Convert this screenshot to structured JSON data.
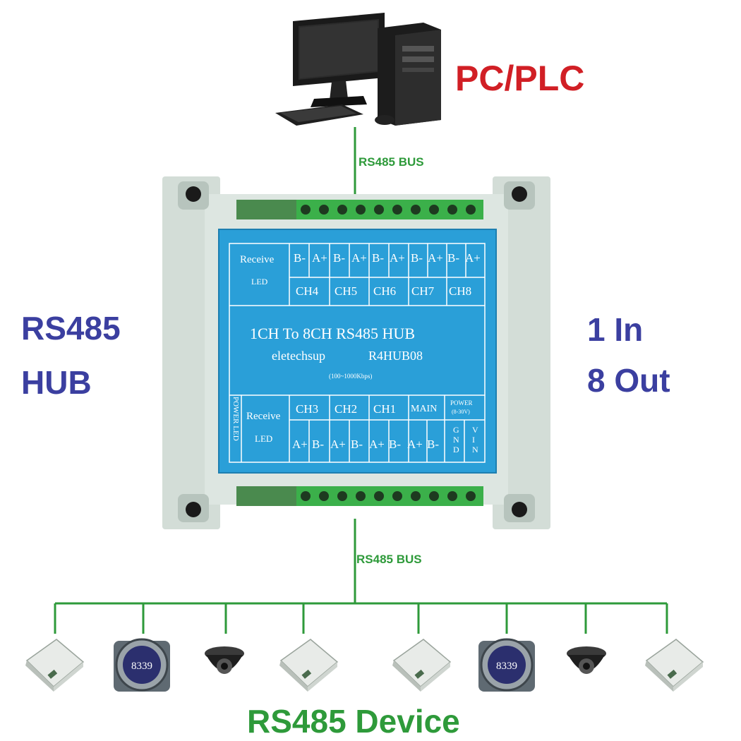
{
  "pc": {
    "label": "PC/PLC",
    "icon": "desktop-computer-icon"
  },
  "bus": {
    "top": "RS485 BUS",
    "bottom": "RS485 BUS"
  },
  "hub_label": [
    "RS485",
    "HUB"
  ],
  "io_label": [
    "1 In",
    "8 Out"
  ],
  "device_label": "RS485 Device",
  "colors": {
    "title_red": "#d11f25",
    "blue_label": "#3b3fa0",
    "bus_green": "#2e9a3a",
    "panel_blue": "#2a9fd8"
  },
  "panel": {
    "top_receive": "Receive",
    "top_led": "LED",
    "top_pins": [
      "B-",
      "A+",
      "B-",
      "A+",
      "B-",
      "A+",
      "B-",
      "A+",
      "B-",
      "A+"
    ],
    "top_channels": [
      "CH4",
      "CH5",
      "CH6",
      "CH7",
      "CH8"
    ],
    "title": "1CH To 8CH RS485 HUB",
    "brand": "eletechsup",
    "model": "R4HUB08",
    "speed": "(100~1000Kbps)",
    "power_led": "POWER LED",
    "bottom_receive": "Receive",
    "bottom_led": "LED",
    "bottom_channels": [
      "CH3",
      "CH2",
      "CH1",
      "MAIN"
    ],
    "power": "POWER",
    "power_range": "(8-30V)",
    "bottom_pins": [
      "A+",
      "B-",
      "A+",
      "B-",
      "A+",
      "B-",
      "A+",
      "B-"
    ],
    "gnd": "GND",
    "vin": "VIN"
  },
  "devices": [
    {
      "name": "rfid-reader",
      "icon": "card-reader-icon"
    },
    {
      "name": "digital-meter",
      "icon": "meter-icon",
      "display": "8339"
    },
    {
      "name": "dome-camera",
      "icon": "camera-icon"
    },
    {
      "name": "rfid-reader",
      "icon": "card-reader-icon"
    },
    {
      "name": "rfid-reader",
      "icon": "card-reader-icon"
    },
    {
      "name": "digital-meter",
      "icon": "meter-icon",
      "display": "8339"
    },
    {
      "name": "dome-camera",
      "icon": "camera-icon"
    },
    {
      "name": "rfid-reader",
      "icon": "card-reader-icon"
    }
  ]
}
